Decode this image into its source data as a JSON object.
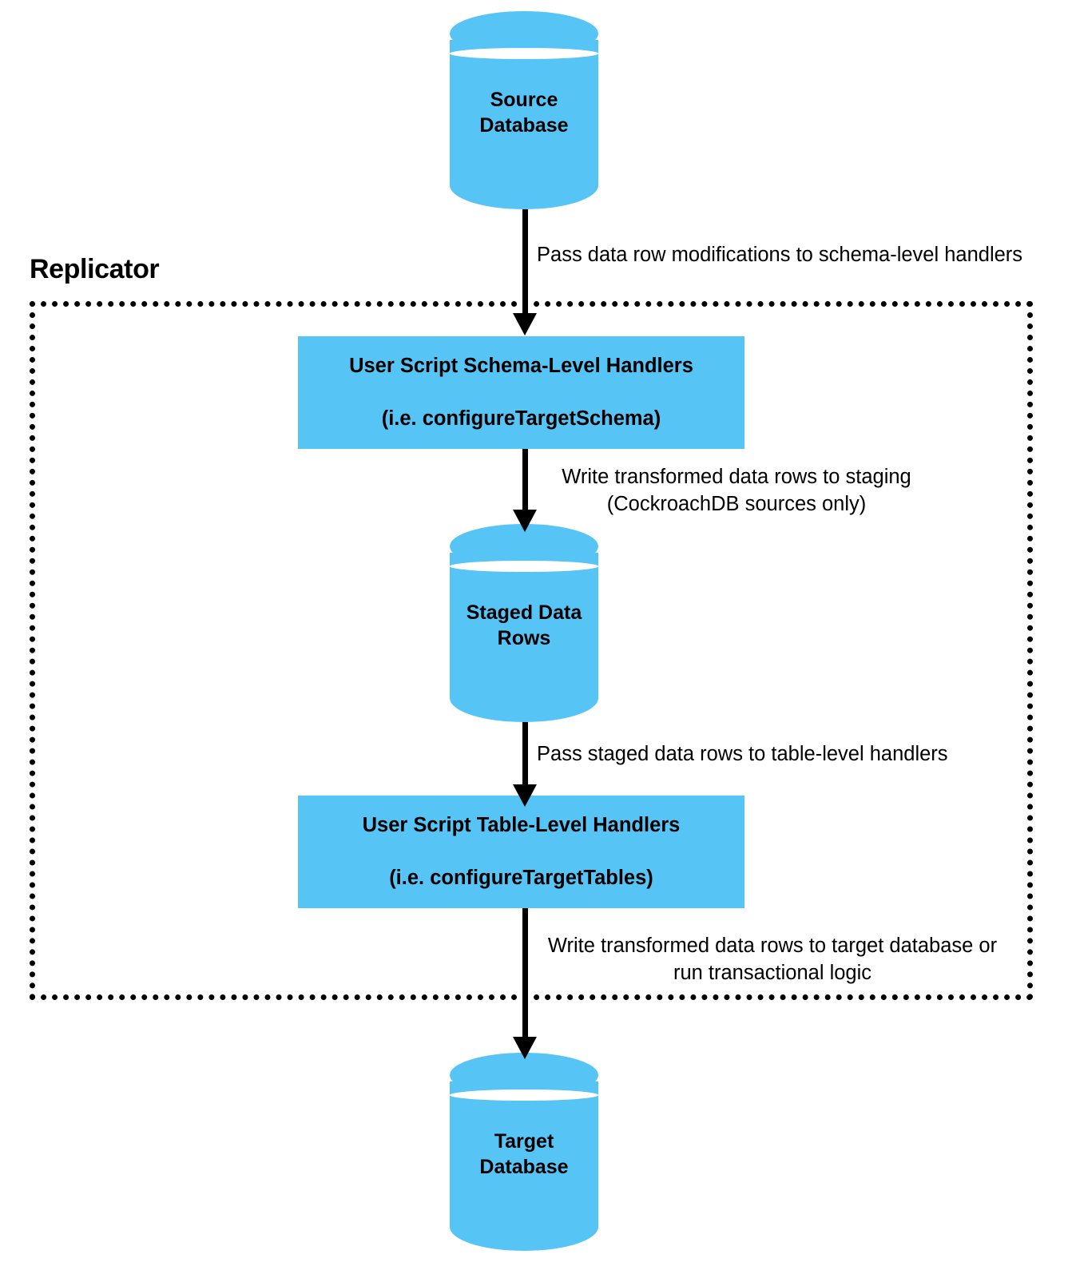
{
  "diagram": {
    "title": "Replicator data flow",
    "accent_color": "#56c4f5",
    "line_color": "#000000",
    "background_color": "#ffffff",
    "boundary": {
      "label": "Replicator",
      "border_style": "dotted"
    },
    "nodes": [
      {
        "id": "source-database",
        "shape": "cylinder",
        "label": "Source\nDatabase",
        "label_line1": "Source",
        "label_line2": "Database"
      },
      {
        "id": "schema-level-handlers",
        "shape": "rectangle",
        "label": "User Script Schema-Level Handlers\n(i.e. configureTargetSchema)",
        "label_line1": "User Script Schema-Level Handlers",
        "label_line2": "(i.e. configureTargetSchema)"
      },
      {
        "id": "staged-data-rows",
        "shape": "cylinder",
        "label": "Staged Data\nRows",
        "label_line1": "Staged Data",
        "label_line2": "Rows"
      },
      {
        "id": "table-level-handlers",
        "shape": "rectangle",
        "label": "User Script Table-Level Handlers\n(i.e. configureTargetTables)",
        "label_line1": "User Script Table-Level Handlers",
        "label_line2": "(i.e. configureTargetTables)"
      },
      {
        "id": "target-database",
        "shape": "cylinder",
        "label": "Target\nDatabase",
        "label_line1": "Target",
        "label_line2": "Database"
      }
    ],
    "edges": [
      {
        "id": "edge-source-to-schema-handlers",
        "from": "source-database",
        "to": "schema-level-handlers",
        "label": "Pass data row modifications to schema-level handlers"
      },
      {
        "id": "edge-schema-handlers-to-staging",
        "from": "schema-level-handlers",
        "to": "staged-data-rows",
        "label": "Write transformed data rows to staging\n(CockroachDB sources only)"
      },
      {
        "id": "edge-staging-to-table-handlers",
        "from": "staged-data-rows",
        "to": "table-level-handlers",
        "label": "Pass staged data rows to table-level handlers"
      },
      {
        "id": "edge-table-handlers-to-target",
        "from": "table-level-handlers",
        "to": "target-database",
        "label": "Write transformed data rows to target database or\nrun transactional logic"
      }
    ]
  }
}
